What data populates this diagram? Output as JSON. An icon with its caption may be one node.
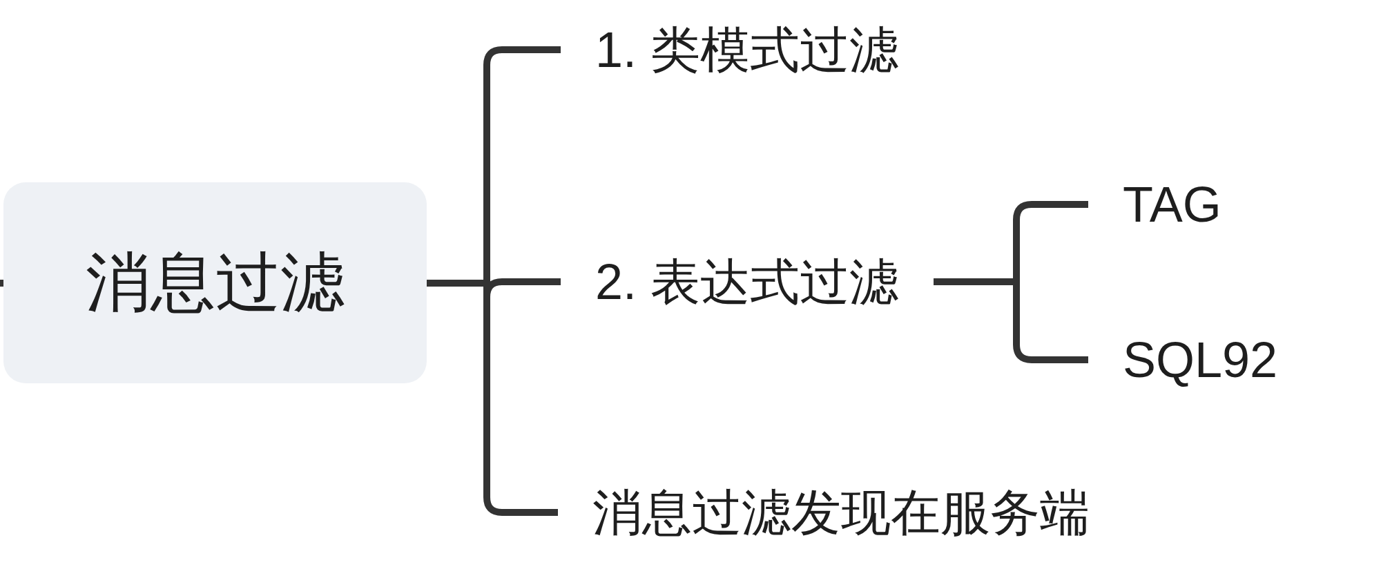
{
  "diagram": {
    "nodes": [
      {
        "text": [
          "消息过滤"
        ]
      },
      {
        "text": [
          "1. 类模式过滤"
        ]
      },
      {
        "text": [
          "2. 表达式过滤"
        ]
      },
      {
        "text": [
          "消息过滤发现在服务端"
        ]
      },
      {
        "text": [
          "TAG"
        ]
      },
      {
        "text": [
          "SQL92"
        ]
      }
    ],
    "edges": [
      {
        "from": null,
        "to": 0,
        "arrow": "none"
      },
      {
        "from": 0,
        "to": 1,
        "arrow": "none"
      },
      {
        "from": 0,
        "to": 2,
        "arrow": "none"
      },
      {
        "from": 0,
        "to": 3,
        "arrow": "none"
      },
      {
        "from": 2,
        "to": 4,
        "arrow": "none"
      },
      {
        "from": 2,
        "to": 5,
        "arrow": "none"
      }
    ]
  }
}
